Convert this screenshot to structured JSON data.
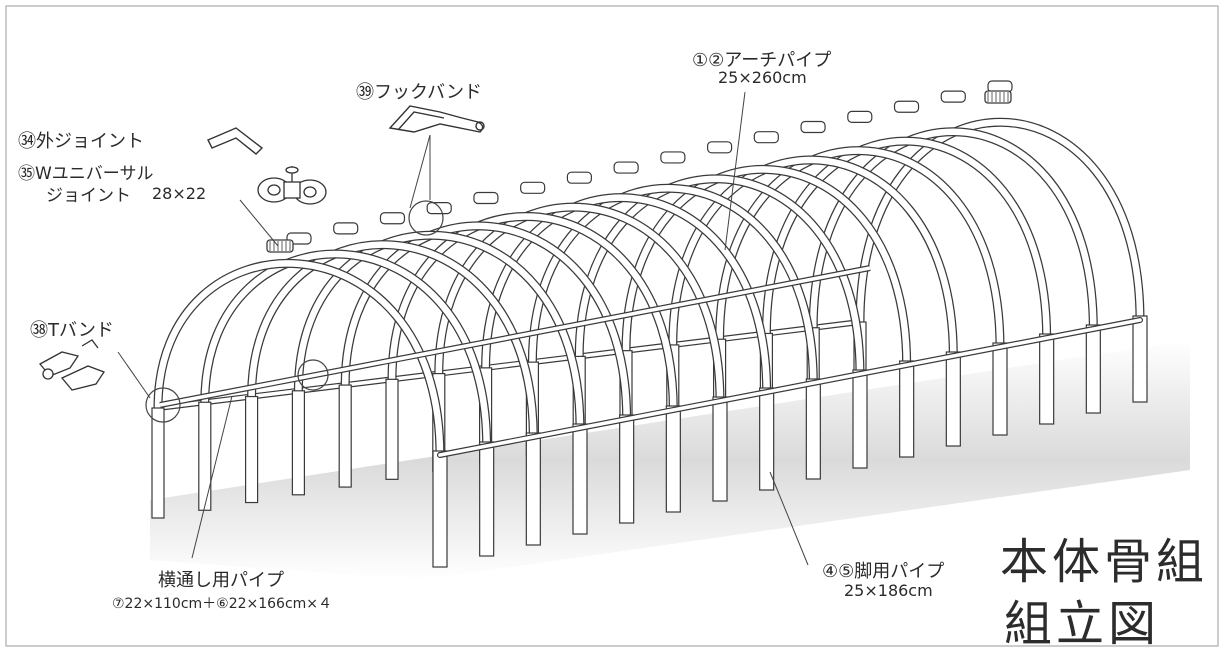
{
  "labels": {
    "arch_pipe": "①②アーチパイプ",
    "arch_pipe_size": "25×260cm",
    "hook_band": "㊴フックバンド",
    "outer_joint": "㉞外ジョイント",
    "w_universal_1": "㉟Wユニバーサル",
    "w_universal_2": "ジョイント",
    "w_universal_size": "28×22",
    "t_band": "㊳Tバンド",
    "cross_pipe": "横通し用パイプ",
    "cross_pipe_size": "⑦22×110cm＋⑥22×166cm×４",
    "leg_pipe": "④⑤脚用パイプ",
    "leg_pipe_size": "25×186cm"
  },
  "title": {
    "line1": "本体骨組",
    "line2": "組立図"
  },
  "colors": {
    "line": "#3a3a3a",
    "pipe_fill": "#ffffff",
    "shadow": "#d9d9d9"
  }
}
